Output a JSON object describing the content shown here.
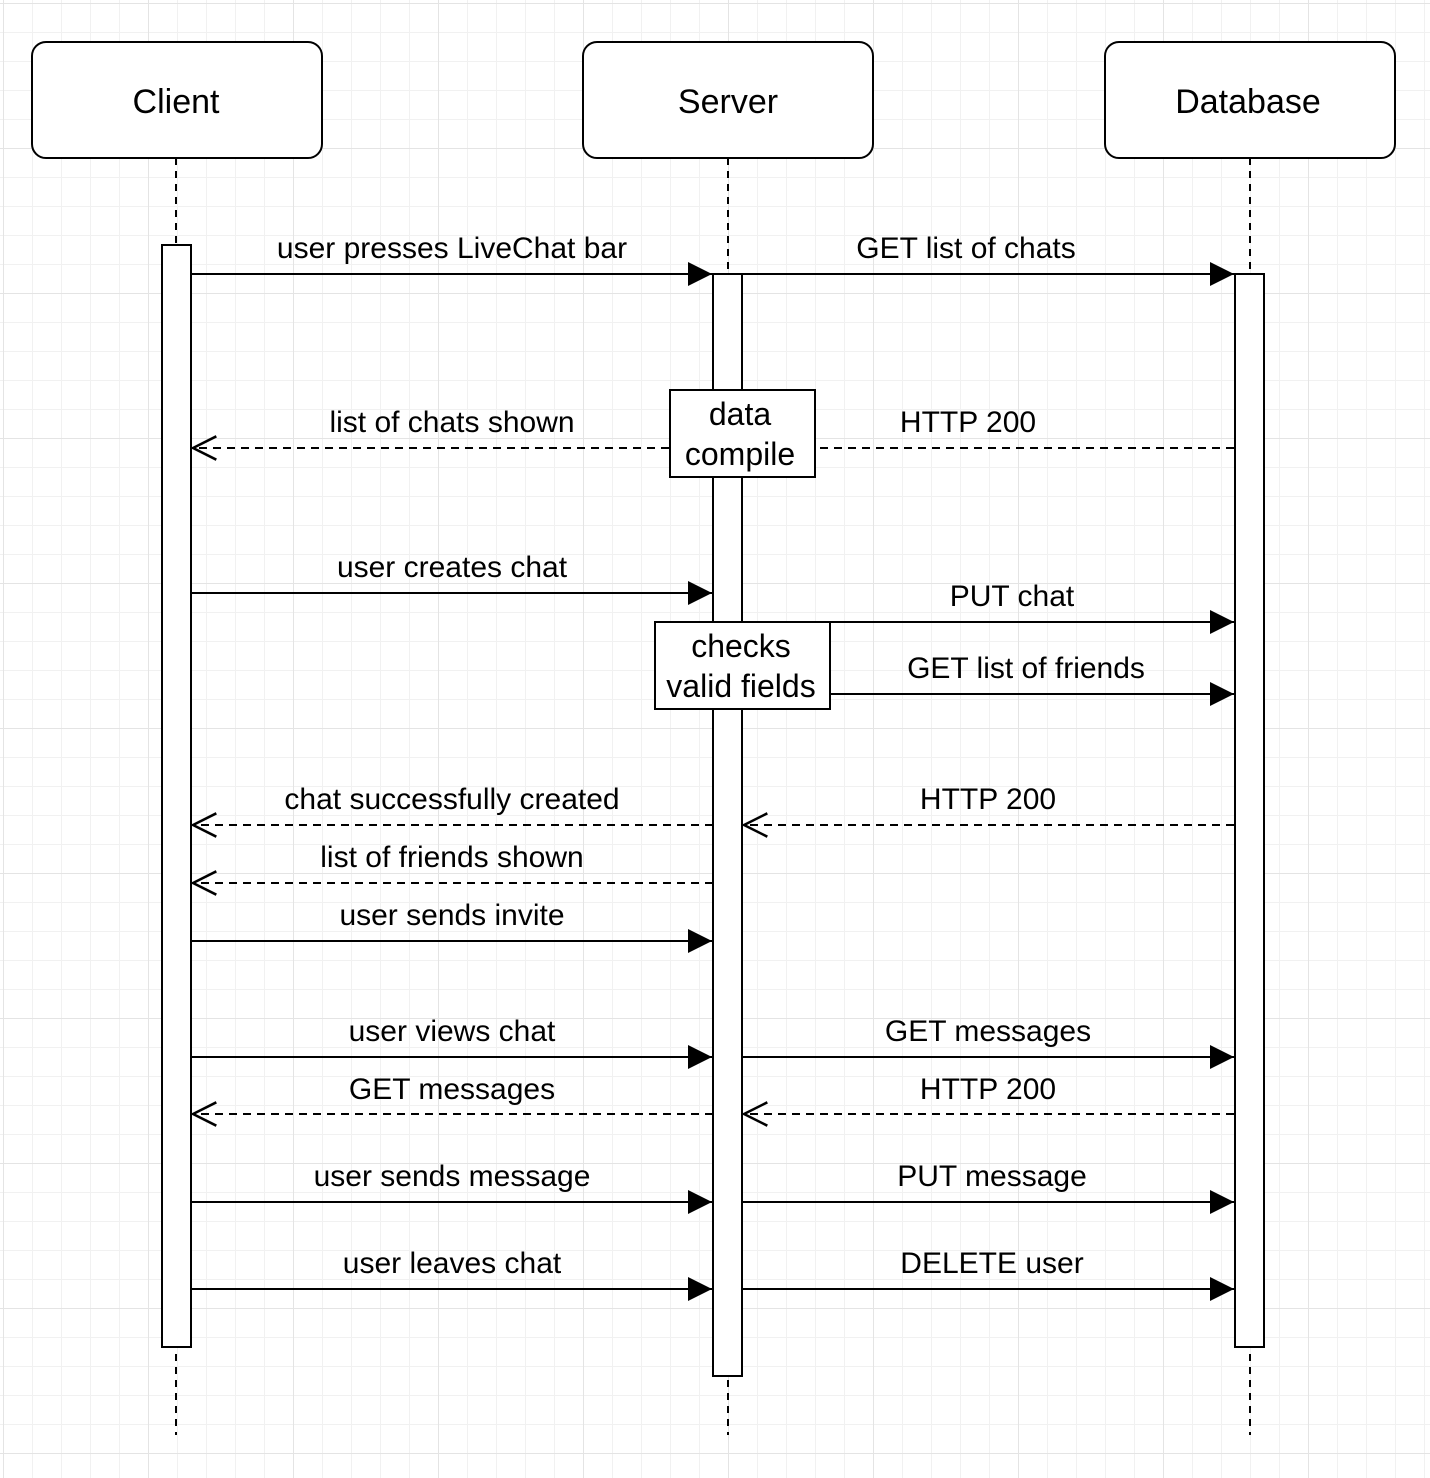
{
  "participants": [
    {
      "id": "client",
      "label": "Client"
    },
    {
      "id": "server",
      "label": "Server"
    },
    {
      "id": "database",
      "label": "Database"
    }
  ],
  "messages": [
    {
      "from": "client",
      "to": "server",
      "label": "user presses LiveChat bar",
      "kind": "sync"
    },
    {
      "from": "server",
      "to": "database",
      "label": "GET list of chats",
      "kind": "sync"
    },
    {
      "from": "server",
      "to": "client",
      "label": "list of chats shown",
      "kind": "return"
    },
    {
      "from": "database",
      "to": "server",
      "label": "HTTP 200",
      "kind": "return"
    },
    {
      "from": "client",
      "to": "server",
      "label": "user creates chat",
      "kind": "sync"
    },
    {
      "from": "server",
      "to": "database",
      "label": "PUT chat",
      "kind": "sync"
    },
    {
      "from": "server",
      "to": "database",
      "label": "GET list of friends",
      "kind": "sync"
    },
    {
      "from": "server",
      "to": "client",
      "label": "chat successfully created",
      "kind": "return"
    },
    {
      "from": "database",
      "to": "server",
      "label": "HTTP 200",
      "kind": "return"
    },
    {
      "from": "server",
      "to": "client",
      "label": "list of friends shown",
      "kind": "return"
    },
    {
      "from": "client",
      "to": "server",
      "label": "user sends invite",
      "kind": "sync"
    },
    {
      "from": "client",
      "to": "server",
      "label": "user views chat",
      "kind": "sync"
    },
    {
      "from": "server",
      "to": "database",
      "label": "GET messages",
      "kind": "sync"
    },
    {
      "from": "server",
      "to": "client",
      "label": "GET messages",
      "kind": "return"
    },
    {
      "from": "database",
      "to": "server",
      "label": "HTTP 200",
      "kind": "return"
    },
    {
      "from": "client",
      "to": "server",
      "label": "user sends message",
      "kind": "sync"
    },
    {
      "from": "server",
      "to": "database",
      "label": "PUT message",
      "kind": "sync"
    },
    {
      "from": "client",
      "to": "server",
      "label": "user leaves chat",
      "kind": "sync"
    },
    {
      "from": "server",
      "to": "database",
      "label": "DELETE user",
      "kind": "sync"
    }
  ],
  "notes": [
    {
      "lines": [
        "data",
        "compile"
      ]
    },
    {
      "lines": [
        "checks",
        "valid fields"
      ]
    }
  ]
}
